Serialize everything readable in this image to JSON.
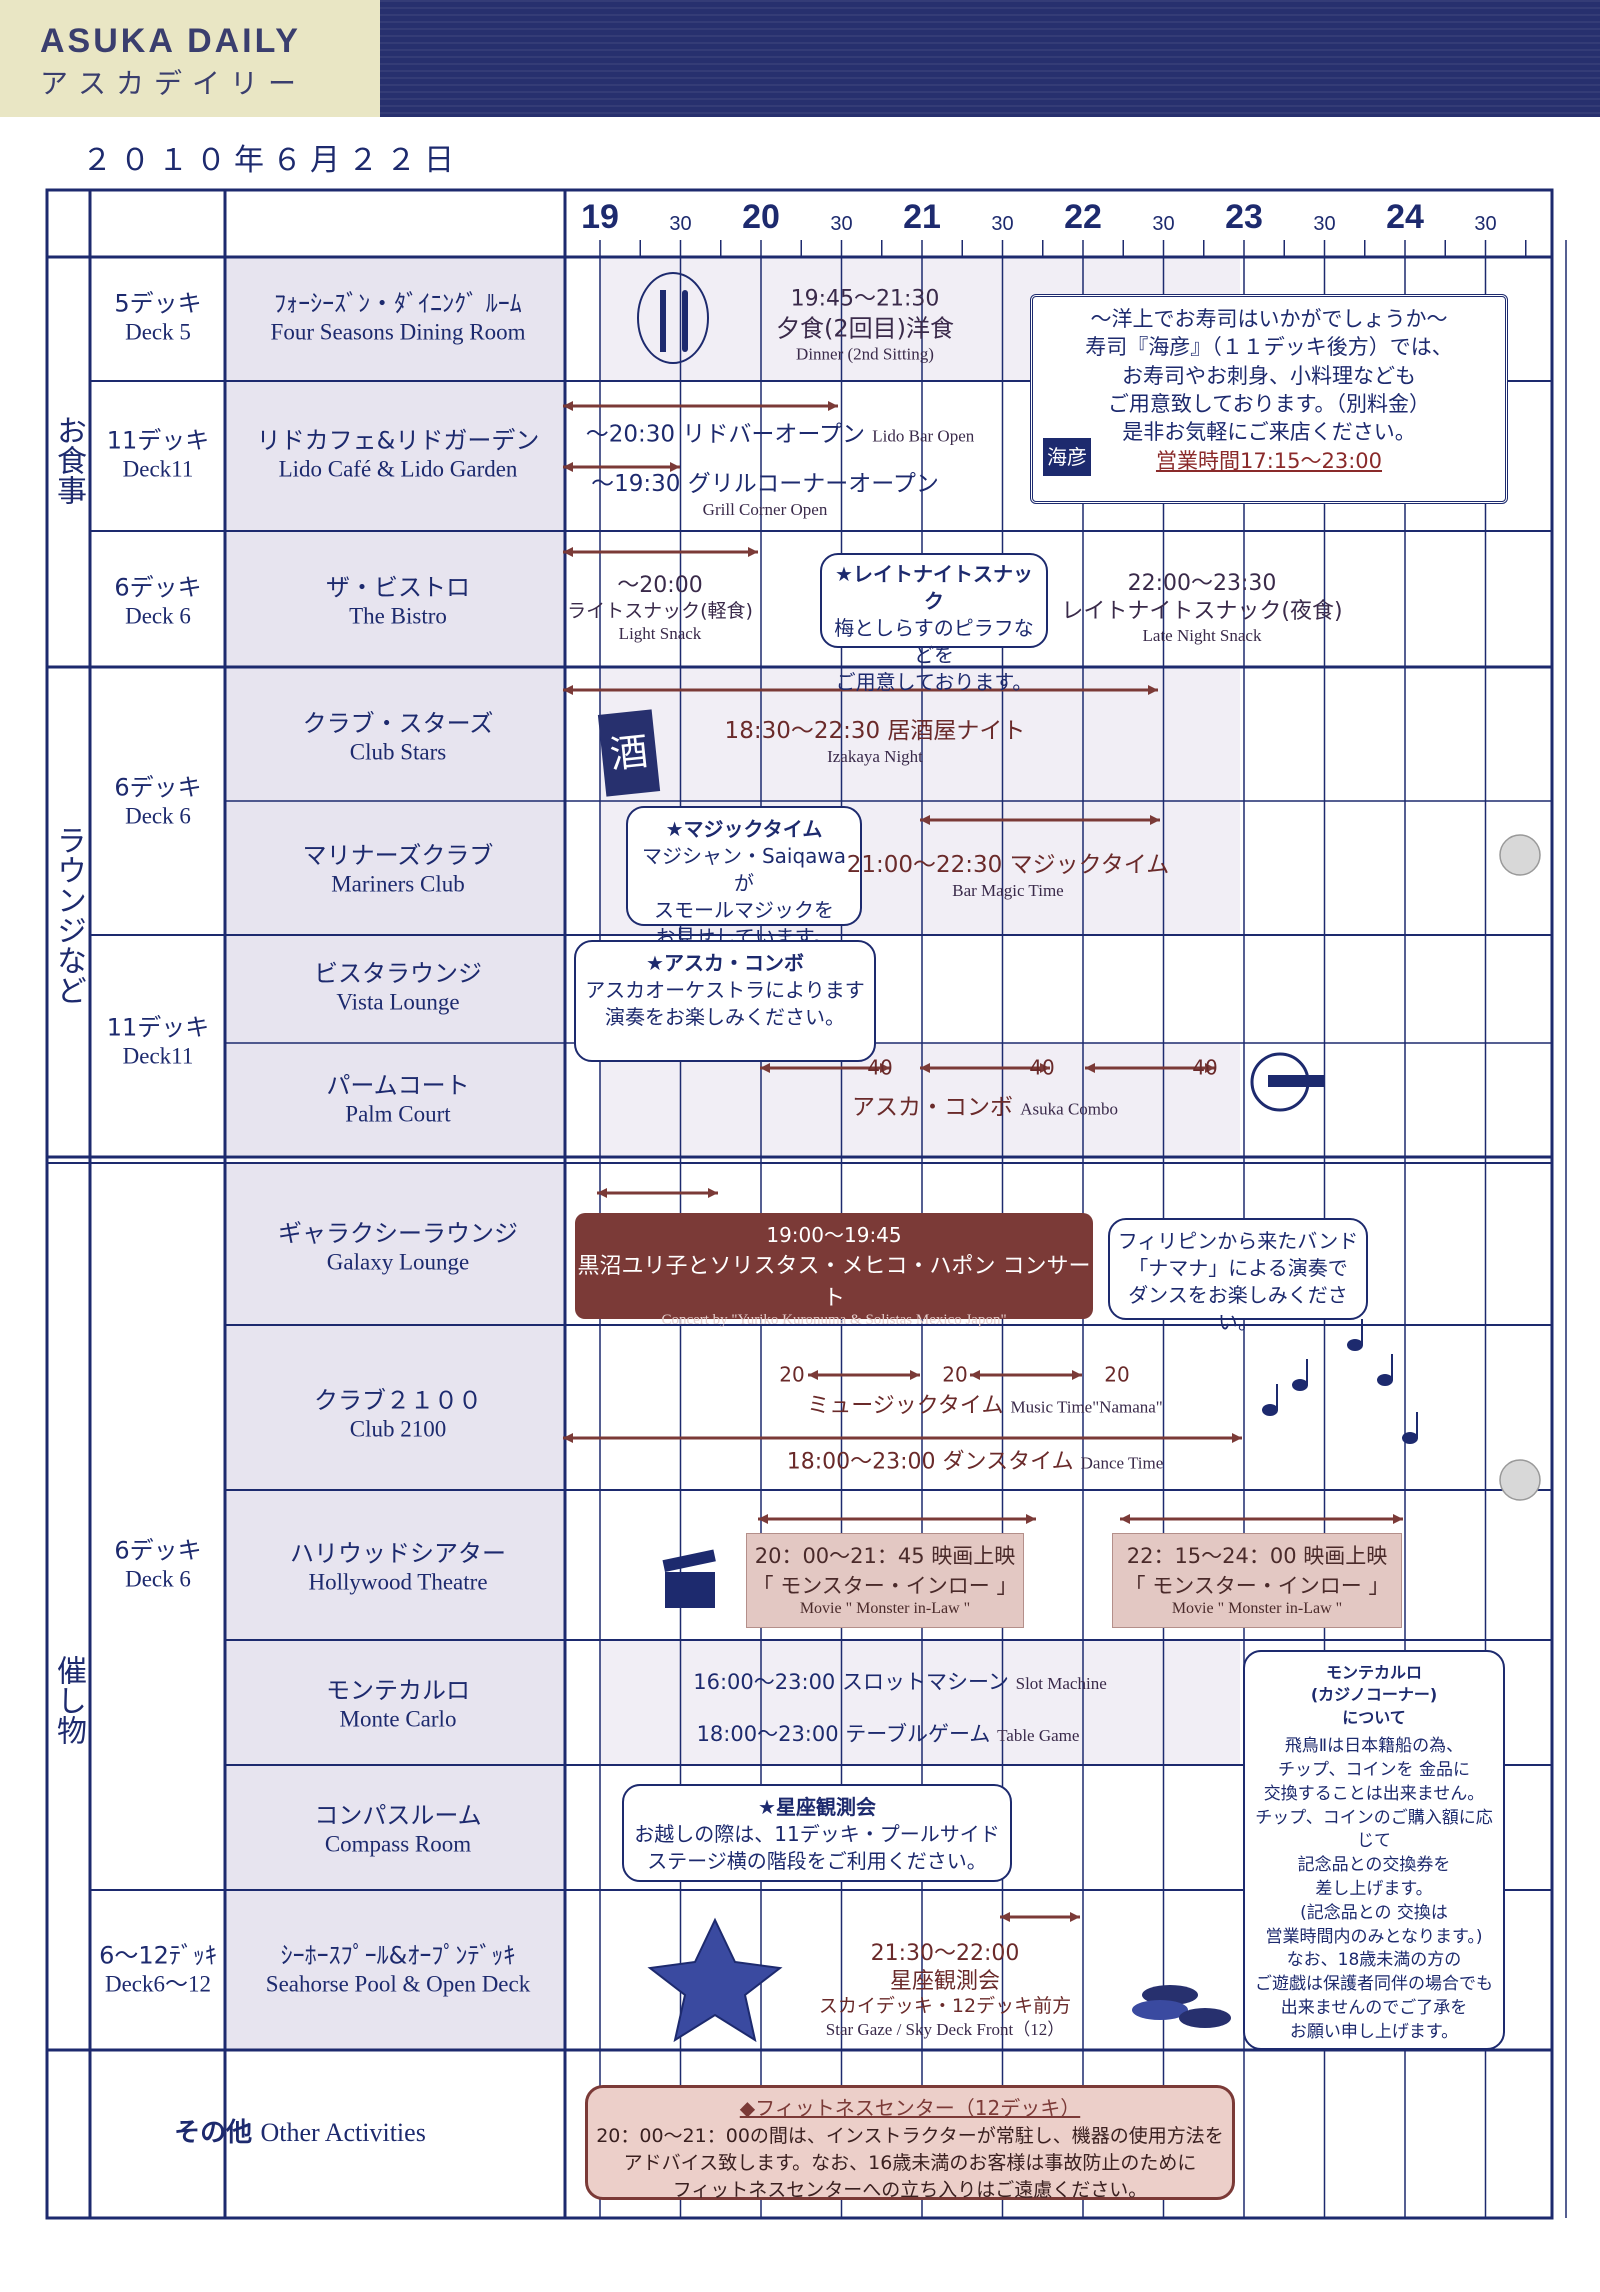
{
  "header": {
    "brand_en": "ASUKA DAILY",
    "brand_jp": "アスカデイリー",
    "date": "２０１０年６月２２日"
  },
  "timeline": {
    "hours": [
      "19",
      "20",
      "21",
      "22",
      "23",
      "24"
    ],
    "halves": [
      "30",
      "30",
      "30",
      "30",
      "30",
      "30"
    ]
  },
  "categories": {
    "dining": "お食事",
    "lounge": "ラウンジなど",
    "events": "催し物"
  },
  "decks": {
    "d5": {
      "jp": "5デッキ",
      "en": "Deck 5"
    },
    "d11a": {
      "jp": "11デッキ",
      "en": "Deck11"
    },
    "d6a": {
      "jp": "6デッキ",
      "en": "Deck 6"
    },
    "d6b": {
      "jp": "6デッキ",
      "en": "Deck 6"
    },
    "d11b": {
      "jp": "11デッキ",
      "en": "Deck11"
    },
    "d6c": {
      "jp": "6デッキ",
      "en": "Deck 6"
    },
    "d612": {
      "jp": "6～12ﾃﾞｯｷ",
      "en": "Deck6～12"
    }
  },
  "venues": {
    "four": {
      "jp": "ﾌｫｰｼｰｽﾞﾝ・ﾀﾞｲﾆﾝｸﾞ ﾙｰﾑ",
      "en": "Four Seasons Dining Room"
    },
    "lido": {
      "jp": "リドカフェ&リドガーデン",
      "en": "Lido Café & Lido Garden"
    },
    "bistro": {
      "jp": "ザ・ビストロ",
      "en": "The Bistro"
    },
    "stars": {
      "jp": "クラブ・スターズ",
      "en": "Club Stars"
    },
    "mariners": {
      "jp": "マリナーズクラブ",
      "en": "Mariners Club"
    },
    "vista": {
      "jp": "ビスタラウンジ",
      "en": "Vista Lounge"
    },
    "palm": {
      "jp": "パームコート",
      "en": "Palm Court"
    },
    "galaxy": {
      "jp": "ギャラクシーラウンジ",
      "en": "Galaxy Lounge"
    },
    "club2100": {
      "jp": "クラブ２１００",
      "en": "Club 2100"
    },
    "hollywood": {
      "jp": "ハリウッドシアター",
      "en": "Hollywood Theatre"
    },
    "monte": {
      "jp": "モンテカルロ",
      "en": "Monte Carlo"
    },
    "compass": {
      "jp": "コンパスルーム",
      "en": "Compass Room"
    },
    "seahorse": {
      "jp": "ｼｰﾎｰｽﾌﾟｰﾙ&ｵｰﾌﾟﾝﾃﾞｯｷ",
      "en": "Seahorse Pool & Open Deck"
    },
    "other": {
      "jp": "その他",
      "en": "Other Activities"
    }
  },
  "events": {
    "dinner": {
      "time": "19:45～21:30",
      "jp": "夕食(2回目)洋食",
      "en": "Dinner (2nd Sitting)"
    },
    "sushi": {
      "l1": "～洋上でお寿司はいかがでしょうか～",
      "l2": "寿司『海彦』（１１デッキ後方）では、",
      "l3": "お寿司やお刺身、小料理なども",
      "l4": "ご用意致しております。（別料金）",
      "l5": "是非お気軽にご来店ください。",
      "l6": "営業時間17:15～23:00",
      "logo": "海彦"
    },
    "lidobar": {
      "jp": "～20:30 リドバーオープン",
      "en": "Lido Bar Open"
    },
    "grill": {
      "jp": "～19:30 グリルコーナーオープン",
      "en": "Grill Corner Open"
    },
    "lightsnack": {
      "time": "～20:00",
      "jp": "ライトスナック(軽食)",
      "en": "Light Snack"
    },
    "latebubble": {
      "title": "★レイトナイトスナック",
      "l1": "梅としらすのピラフなどを",
      "l2": "ご用意しております。"
    },
    "latesnack": {
      "time": "22:00～23:30",
      "jp": "レイトナイトスナック(夜食)",
      "en": "Late Night Snack"
    },
    "izakaya": {
      "jp": "18:30～22:30 居酒屋ナイト",
      "en": "Izakaya Night",
      "sign": "酒"
    },
    "magicbubble": {
      "title": "★マジックタイム",
      "l1": "マジシャン・Saiqawaが",
      "l2": "スモールマジックを",
      "l3": "お見せしています。"
    },
    "magic": {
      "jp": "21:00～22:30 マジックタイム",
      "en": "Bar Magic Time"
    },
    "combobubble": {
      "title": "★アスカ・コンボ",
      "l1": "アスカオーケストラによります",
      "l2": "演奏をお楽しみください。"
    },
    "combo": {
      "d1": "40",
      "d2": "40",
      "d3": "40",
      "jp": "アスカ・コンボ",
      "en": "Asuka Combo"
    },
    "concert": {
      "time": "19:00～19:45",
      "jp": "黒沼ユリ子とソリスタス・メヒコ・ハポン コンサート",
      "en": "Concert by \"Yuriko Kuronuma & Solistas Mexico Japon\""
    },
    "bandbubble": {
      "l1": "フィリピンから来たバンド",
      "l2": "「ナマナ」による演奏で",
      "l3": "ダンスをお楽しみください。"
    },
    "music": {
      "d1": "20",
      "d2": "20",
      "d3": "20",
      "jp": "ミュージックタイム",
      "en": "Music Time\"Namana\""
    },
    "dance": {
      "jp": "18:00～23:00 ダンスタイム",
      "en": "Dance Time"
    },
    "movie1": {
      "l1": "20：00～21：45 映画上映",
      "l2": "「 モンスター・インロー 」",
      "en": "Movie \" Monster in-Law \""
    },
    "movie2": {
      "l1": "22：15～24：00 映画上映",
      "l2": "「 モンスター・インロー 」",
      "en": "Movie \" Monster in-Law \""
    },
    "slot": {
      "jp": "16:00～23:00 スロットマシーン",
      "en": "Slot Machine"
    },
    "table": {
      "jp": "18:00～23:00 テーブルゲーム",
      "en": "Table Game"
    },
    "montenote": {
      "t1": "モンテカルロ",
      "t2": "(カジノコーナー)",
      "t3": "について",
      "l1": "飛鳥Ⅱは日本籍船の為、",
      "l2": "チップ、コインを 金品に",
      "l3": "交換することは出来ません。",
      "l4": "チップ、コインのご購入額に応じて",
      "l5": "記念品との交換券を",
      "l6": "差し上げます。",
      "l7": "(記念品との 交換は",
      "l8": "営業時間内のみとなります。)",
      "l9": "なお、18歳未満の方の",
      "l10": "ご遊戯は保護者同伴の場合でも",
      "l11": "出来ませんのでご了承を",
      "l12": "お願い申し上げます。"
    },
    "starbubble": {
      "title": "★星座観測会",
      "l1": "お越しの際は、11デッキ・プールサイド",
      "l2": "ステージ横の階段をご利用ください。"
    },
    "stargaze": {
      "time": "21:30～22:00",
      "jp": "星座観測会",
      "jp2": "スカイデッキ・12デッキ前方",
      "en": "Star Gaze / Sky Deck Front（12）"
    },
    "fitness": {
      "title": "◆フィットネスセンター（12デッキ）",
      "l1": "20：00～21：00の間は、インストラクターが常駐し、機器の使用方法を",
      "l2": "アドバイス致します。なお、16歳未満のお客様は事故防止のために",
      "l3": "フィットネスセンターへの立ち入りはご遠慮ください。"
    }
  },
  "colors": {
    "navy": "#1d2a6e",
    "maroon": "#7b3a37",
    "venue_bg": "#e7e4ef",
    "pink": "#e3c8c3"
  }
}
